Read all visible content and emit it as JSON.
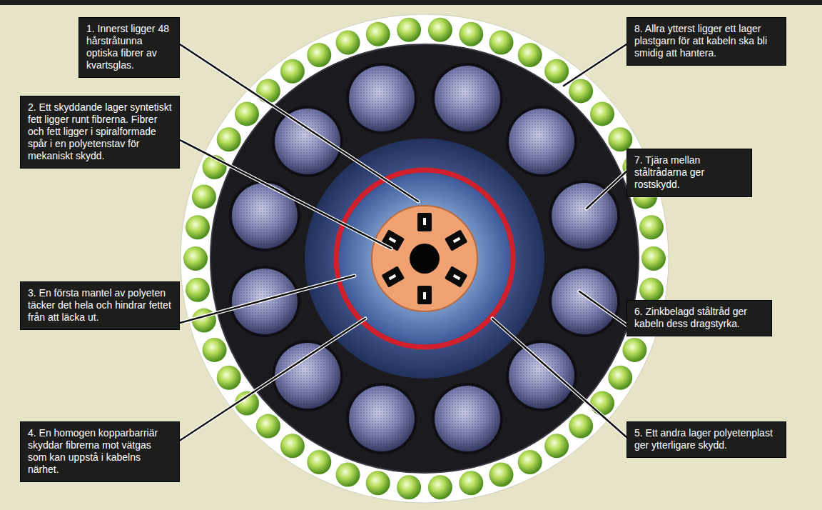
{
  "diagram": {
    "nodes": [
      {
        "text": [
          "1. Innerst ligger 48 hårstråtunna optiska fibrer av kvartsglas."
        ]
      },
      {
        "text": [
          "2. Ett skyddande lager syntetiskt fett ligger runt fibrerna. Fibrer och fett ligger i spiralformade spår i en polyetenstav för mekaniskt skydd."
        ]
      },
      {
        "text": [
          "3. En första mantel av polyeten täcker det hela och hindrar fettet från att läcka ut."
        ]
      },
      {
        "text": [
          "4. En homogen kopparbarriär skyddar fibrerna mot vätgas som kan uppstå i kabelns närhet."
        ]
      },
      {
        "text": [
          "5. Ett andra lager polyetenplast ger ytterligare skydd."
        ]
      },
      {
        "text": [
          "6. Zinkbelagd ståltråd ger kabeln dess dragstyrka."
        ]
      },
      {
        "text": [
          "7. Tjära mellan ståltrådarna ger rostskydd."
        ]
      },
      {
        "text": [
          "8. Allra ytterst ligger ett lager plastgarn för att kabeln ska bli smidig att hantera."
        ]
      }
    ]
  }
}
